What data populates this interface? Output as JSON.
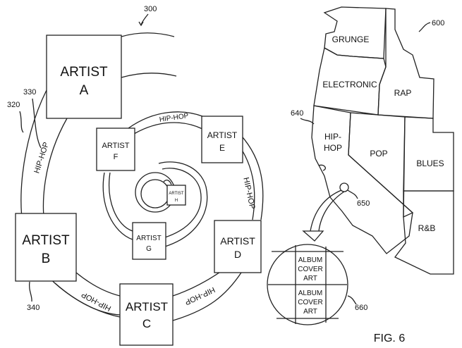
{
  "left_figure": {
    "ref_main": "300",
    "ref_outer": "320",
    "ref_inner": "330",
    "ref_box": "340",
    "genre_label": "HIP-HOP",
    "artists": [
      {
        "id": "A",
        "line1": "ARTIST",
        "line2": "A"
      },
      {
        "id": "B",
        "line1": "ARTIST",
        "line2": "B"
      },
      {
        "id": "C",
        "line1": "ARTIST",
        "line2": "C"
      },
      {
        "id": "D",
        "line1": "ARTIST",
        "line2": "D"
      },
      {
        "id": "E",
        "line1": "ARTIST",
        "line2": "E"
      },
      {
        "id": "F",
        "line1": "ARTIST",
        "line2": "F"
      },
      {
        "id": "G",
        "line1": "ARTIST",
        "line2": "G"
      },
      {
        "id": "H",
        "line1": "ARTIST",
        "line2": "H"
      }
    ]
  },
  "right_figure": {
    "ref_main": "600",
    "ref_coast": "640",
    "ref_point": "650",
    "ref_magnifier": "660",
    "regions": [
      "GRUNGE",
      "ELECTRONIC",
      "RAP",
      "HIP-",
      "HOP",
      "POP",
      "BLUES",
      "R&B"
    ],
    "album_cells": [
      {
        "l1": "ALBUM",
        "l2": "COVER",
        "l3": "ART"
      },
      {
        "l1": "ALBUM",
        "l2": "COVER",
        "l3": "ART"
      }
    ],
    "caption": "FIG. 6"
  }
}
